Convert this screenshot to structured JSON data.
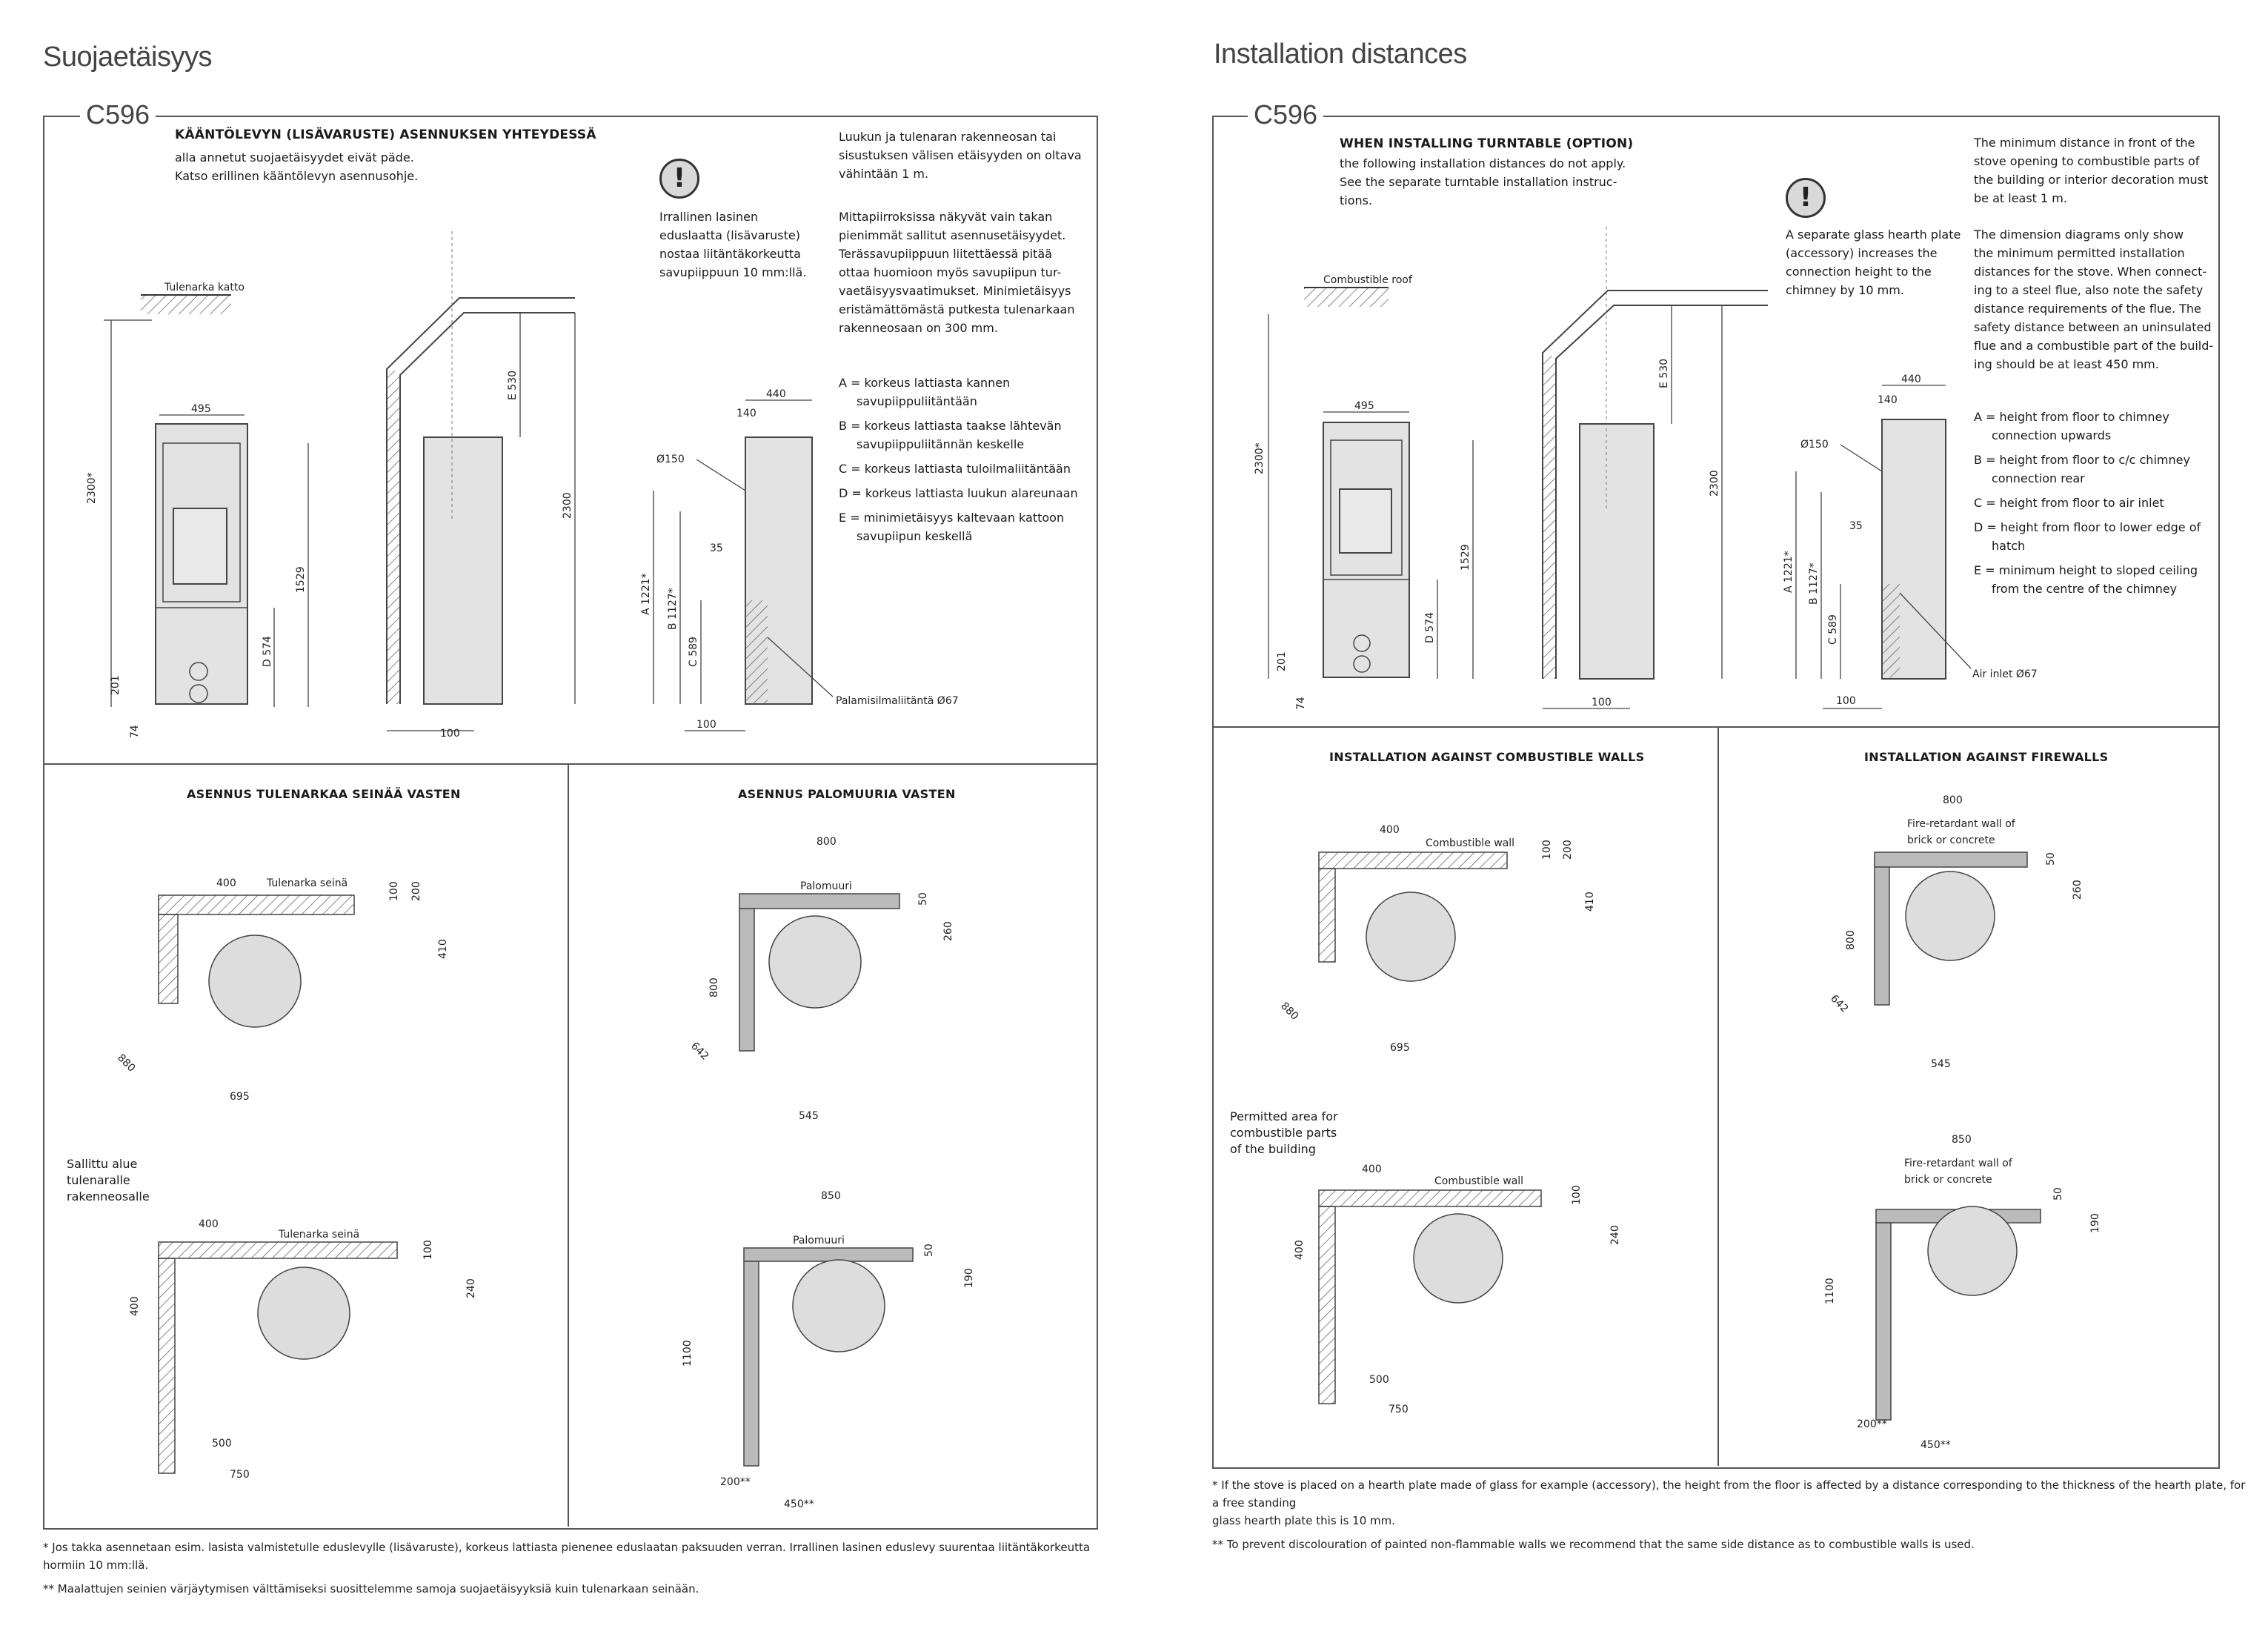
{
  "left": {
    "page_title": "Suojaetäisyys",
    "model": "C596",
    "heading": "KÄÄNTÖLEVYN (LISÄVARUSTE) ASENNUKSEN YHTEYDESSÄ",
    "intro": [
      "alla annetut suojaetäisyydet eivät päde.",
      "Katso erillinen kääntölevyn asennusohje."
    ],
    "warning_text": [
      "Irrallinen lasinen",
      "eduslaatta (lisävaruste)",
      "nostaa liitäntäkorkeutta",
      "savupiippuun 10 mm:llä."
    ],
    "para1": [
      "Luukun ja tulenaran rakenneosan tai",
      "sisustuksen välisen etäisyyden on oltava",
      "vähintään 1 m."
    ],
    "para2": [
      "Mittapiirroksissa näkyvät vain takan",
      "pienimmät sallitut asennusetäisyydet.",
      "Terässavupiippuun liitettäessä pitää",
      "ottaa huomioon myös savupiipun tur-",
      "vaetäisyysvaatimukset. Minimietäisyys",
      "eristämättömästä putkesta tulenarkaan",
      "rakenneosaan on 300 mm."
    ],
    "legend": [
      [
        "A = korkeus lattiasta kannen",
        "savupiippuliitäntään"
      ],
      [
        "B = korkeus lattiasta taakse lähtevän",
        "savupiippuliitännän keskelle"
      ],
      [
        "C = korkeus lattiasta tuloilmaliitäntään"
      ],
      [
        "D = korkeus lattiasta luukun alareunaan"
      ],
      [
        "E = minimietäisyys kaltevaan kattoon",
        "savupiipun keskellä"
      ]
    ],
    "roof_label": "Tulenarka katto",
    "air_inlet": "Palamisilmaliitäntä Ø67",
    "section1_title": "ASENNUS TULENARKAA SEINÄÄ VASTEN",
    "section2_title": "ASENNUS PALOMUURIA VASTEN",
    "wall_label": "Tulenarka seinä",
    "firewall_label": "Palomuuri",
    "permitted_area": [
      "Sallittu alue",
      "tulenaralle",
      "rakenneosalle"
    ],
    "footnotes": [
      "*   Jos takka asennetaan esim. lasista valmistetulle eduslevylle (lisävaruste), korkeus lattiasta pienenee eduslaatan paksuuden verran. Irrallinen lasinen eduslevy suurentaa liitäntäkorkeutta",
      "     hormiin 10 mm:llä.",
      "**  Maalattujen seinien värjäytymisen välttämiseksi suosittelemme samoja suojaetäisyyksiä kuin tulenarkaan seinään."
    ]
  },
  "right": {
    "page_title": "Installation distances",
    "model": "C596",
    "heading": "WHEN INSTALLING TURNTABLE (OPTION)",
    "intro": [
      "the following installation distances do not apply.",
      "See the separate turntable installation instruc-",
      "tions."
    ],
    "warning_text": [
      "A separate glass hearth plate",
      "(accessory) increases the",
      "connection height to the",
      "chimney by 10 mm."
    ],
    "para1": [
      "The minimum distance in front of the",
      "stove opening to combustible parts of",
      "the building or interior decoration must",
      "be at least 1 m."
    ],
    "para2": [
      "The dimension diagrams only show",
      "the minimum permitted installation",
      "distances for the stove. When connect-",
      "ing to a steel flue, also note the safety",
      "distance requirements of the flue. The",
      "safety distance between an uninsulated",
      "flue and a combustible part of the build-",
      "ing should be at least 450 mm."
    ],
    "legend": [
      [
        "A = height from floor to chimney",
        "connection upwards"
      ],
      [
        "B = height from floor to c/c chimney",
        "connection rear"
      ],
      [
        "C = height from floor to air inlet"
      ],
      [
        "D = height from floor to lower edge of",
        "hatch"
      ],
      [
        "E = minimum height to sloped ceiling",
        "from the centre of the chimney"
      ]
    ],
    "roof_label": "Combustible roof",
    "air_inlet": "Air inlet Ø67",
    "section1_title": "INSTALLATION AGAINST COMBUSTIBLE WALLS",
    "section2_title": "INSTALLATION AGAINST FIREWALLS",
    "wall_label": "Combustible wall",
    "firewall_label": [
      "Fire-retardant wall of",
      "brick or concrete"
    ],
    "permitted_area": [
      "Permitted area for",
      "combustible parts",
      "of the building"
    ],
    "footnotes": [
      "*   If the stove is placed on a hearth plate made of glass for example (accessory), the height from the floor is affected by a distance corresponding to the thickness of the hearth plate, for a free standing",
      "     glass hearth plate this is 10 mm.",
      "**  To prevent discolouration of painted non-flammable walls we recommend that the same side distance as to combustible walls is used."
    ]
  },
  "dims": {
    "front_width": "495",
    "front_total": "2300*",
    "front_1529": "1529",
    "front_d": "D 574",
    "front_201": "201",
    "front_74": "74",
    "side_e": "E 530",
    "side_2300": "2300",
    "side_100": "100",
    "back_440": "440",
    "back_140": "140",
    "back_dia": "Ø150",
    "back_35": "35",
    "back_a": "A 1221*",
    "back_b": "B 1127*",
    "back_c": "C 589",
    "back_100": "100",
    "cw1": [
      "400",
      "100",
      "200",
      "410",
      "880",
      "695"
    ],
    "fw1": [
      "800",
      "50",
      "260",
      "800",
      "642",
      "545"
    ],
    "cw2": [
      "400",
      "100",
      "240",
      "400",
      "500",
      "750"
    ],
    "fw2": [
      "850",
      "50",
      "190",
      "1100",
      "200**",
      "450**"
    ]
  }
}
